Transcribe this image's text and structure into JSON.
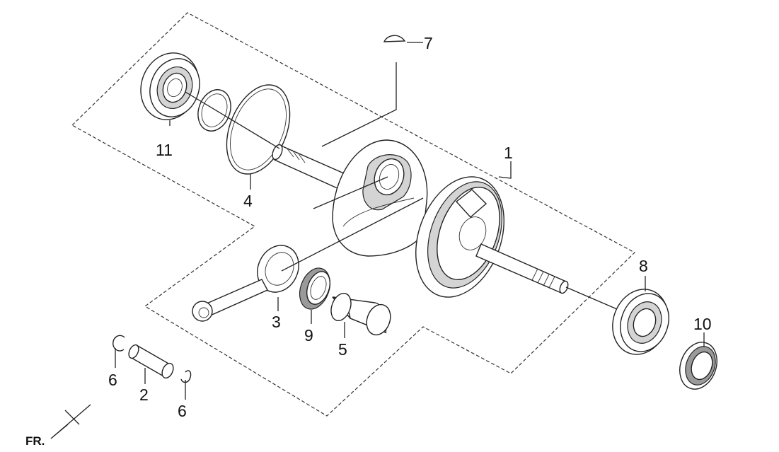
{
  "diagram": {
    "callouts": [
      {
        "id": "1",
        "label": "1"
      },
      {
        "id": "2",
        "label": "2"
      },
      {
        "id": "3",
        "label": "3"
      },
      {
        "id": "4",
        "label": "4"
      },
      {
        "id": "5",
        "label": "5"
      },
      {
        "id": "6a",
        "label": "6"
      },
      {
        "id": "6b",
        "label": "6"
      },
      {
        "id": "7",
        "label": "7"
      },
      {
        "id": "8",
        "label": "8"
      },
      {
        "id": "9",
        "label": "9"
      },
      {
        "id": "10",
        "label": "10"
      },
      {
        "id": "11",
        "label": "11"
      }
    ],
    "direction_label": "FR."
  }
}
